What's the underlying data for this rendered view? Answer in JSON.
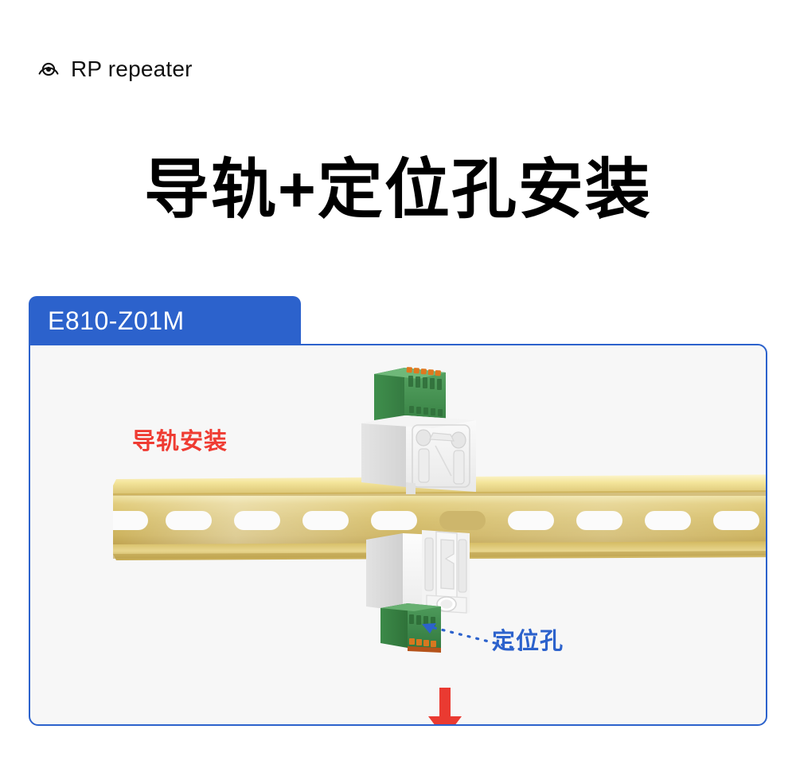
{
  "brand": {
    "icon": "signal-radar-icon",
    "name": "RP repeater"
  },
  "headline": "导轨+定位孔安装",
  "card": {
    "tab_label": "E810-Z01M",
    "border_color": "#2c62cc",
    "tab_color": "#2c62cc",
    "body_color": "#f7f7f7"
  },
  "illustration": {
    "labels": {
      "rail_mount": "导轨安装",
      "rail_mount_color": "#ef3b32",
      "locating_hole": "定位孔",
      "locating_hole_color": "#2c62cc"
    },
    "parts": {
      "rail": "din-rail",
      "rail_color": "#d8c168",
      "module_top": "e810-z01m-module-top",
      "module_bottom": "e810-z01m-module-bottom",
      "connector_color": "#3c8c47",
      "housing_color": "#f1f1f1",
      "arrow": "down-arrow",
      "arrow_color": "#ef3b32"
    }
  }
}
